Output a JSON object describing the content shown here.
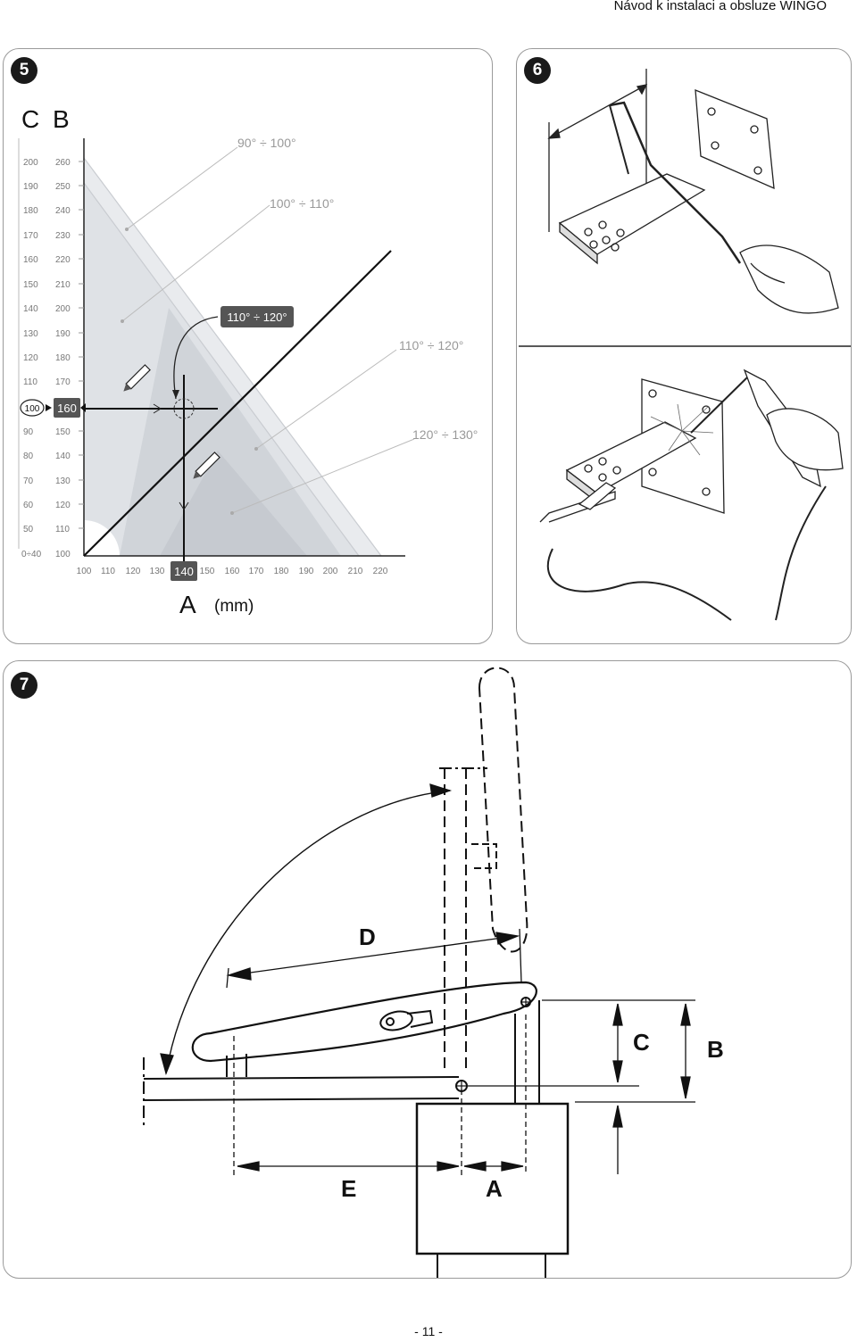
{
  "header": {
    "title": "Návod  k instalaci a obsluze WINGO"
  },
  "fig5": {
    "badge": "5",
    "col_c_head": "C",
    "col_b_head": "B",
    "col_c_ticks": [
      "200",
      "190",
      "180",
      "170",
      "160",
      "150",
      "140",
      "130",
      "120",
      "110",
      "100",
      "90",
      "80",
      "70",
      "60",
      "50",
      "0÷40"
    ],
    "col_b_ticks": [
      "260",
      "250",
      "240",
      "230",
      "220",
      "210",
      "200",
      "190",
      "180",
      "170",
      "160",
      "150",
      "140",
      "130",
      "120",
      "110",
      "100"
    ],
    "x_ticks": [
      "100",
      "110",
      "120",
      "130",
      "140",
      "150",
      "160",
      "170",
      "180",
      "190",
      "200",
      "210",
      "220"
    ],
    "x_axis_label": "A",
    "x_axis_unit": "(mm)",
    "zones": [
      "90° ÷ 100°",
      "100° ÷ 110°",
      "110° ÷ 120°",
      "110° ÷ 120°",
      "120° ÷ 130°"
    ],
    "marker_c": "100",
    "marker_b": "160",
    "marker_a": "140"
  },
  "fig6": {
    "badge": "6"
  },
  "fig7": {
    "badge": "7",
    "labels": {
      "a": "A",
      "b": "B",
      "c": "C",
      "d": "D",
      "e": "E"
    }
  },
  "footer": {
    "page": "- 11 -"
  }
}
